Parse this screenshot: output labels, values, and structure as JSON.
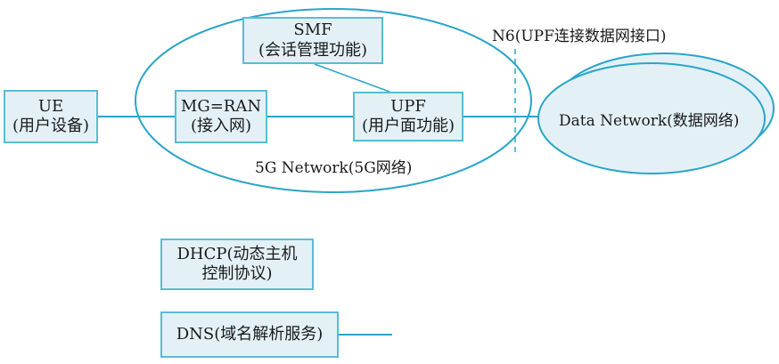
{
  "nodes": {
    "ue": {
      "line1": "UE",
      "line2": "(用户设备)"
    },
    "ran": {
      "line1": "MG=RAN",
      "line2": "(接入网)"
    },
    "smf": {
      "line1": "SMF",
      "line2": "(会话管理功能)"
    },
    "upf": {
      "line1": "UPF",
      "line2": "(用户面功能)"
    },
    "dhcp": {
      "line1": "DHCP(动态主机",
      "line2": "控制协议)"
    },
    "dns": {
      "line1": "DNS(域名解析服务)"
    }
  },
  "labels": {
    "network_5g": "5G Network(5G网络)",
    "data_network": "Data Network(数据网络)",
    "n6": "N6(UPF连接数据网接口)"
  },
  "colors": {
    "accent": "#2aa5c8",
    "box_fill": "#e3f1f7",
    "box_border": "#58bcd6"
  }
}
